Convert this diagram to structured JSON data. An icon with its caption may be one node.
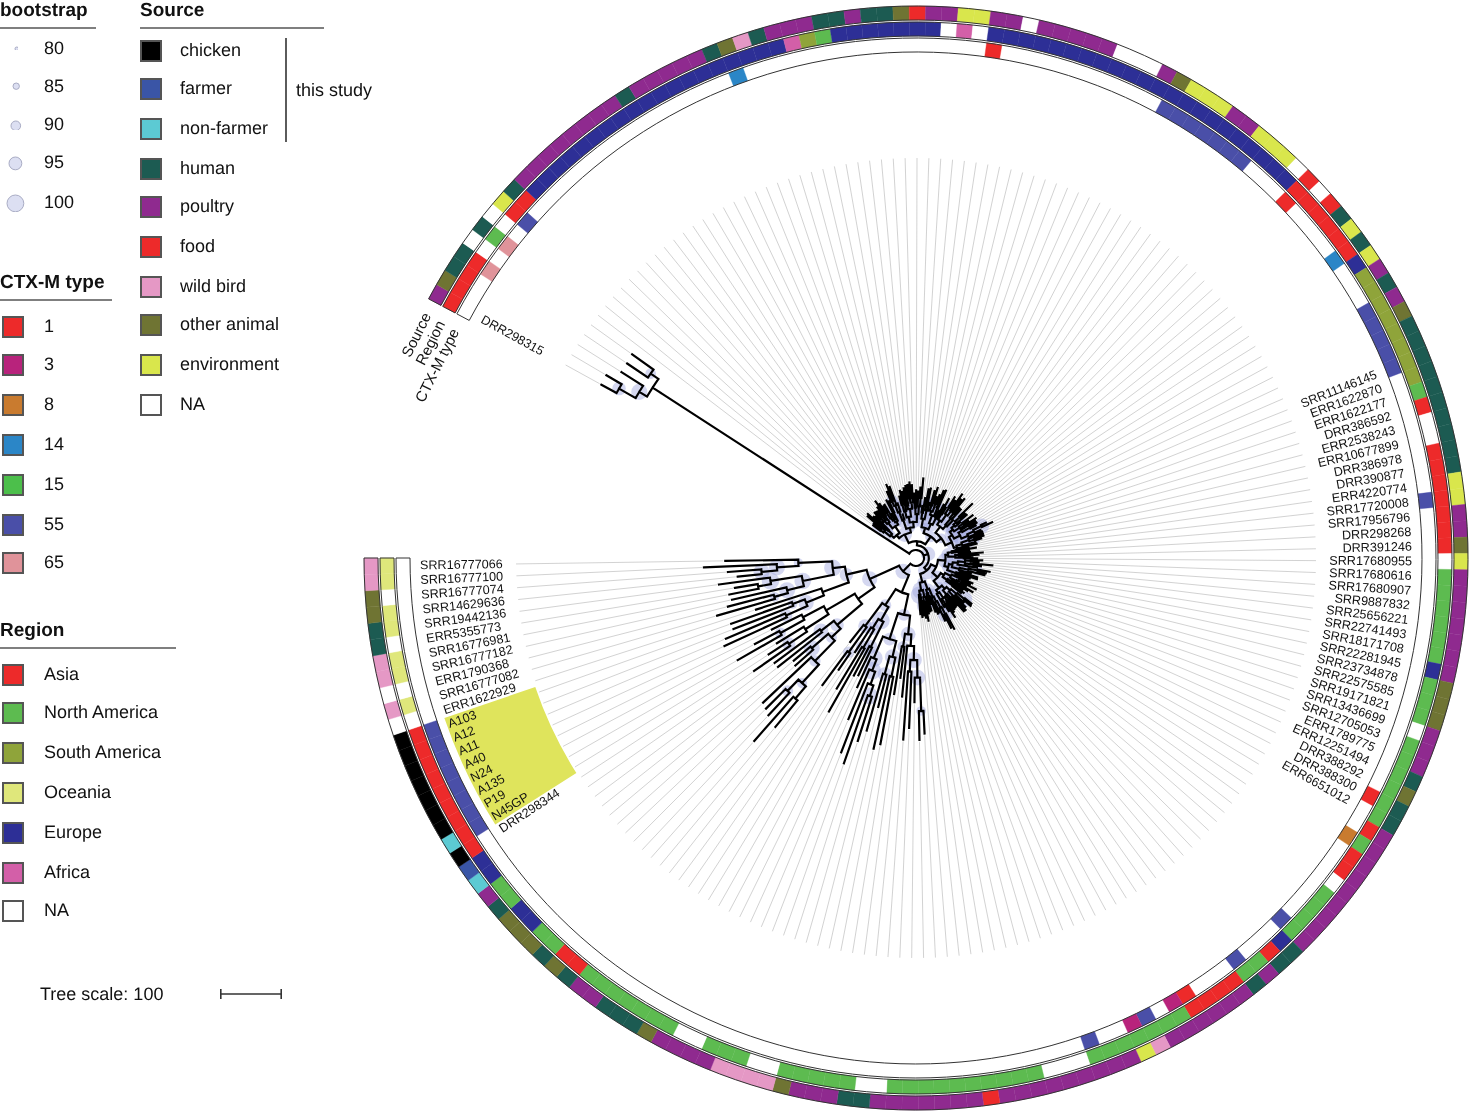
{
  "diagram": {
    "labels": [
      "bootstrap",
      "Source",
      "this study",
      "CTX-M type",
      "Region",
      "Tree scale: 100",
      "Source",
      "Region",
      "CTX-M type",
      "DRR298315",
      "SRR11146145",
      "ERR1622870",
      "ERR1622177",
      "DRR386592",
      "ERR2538243",
      "ERR10677899",
      "DRR386978",
      "DRR390877",
      "ERR4220774",
      "SRR17720008",
      "SRR17956796",
      "DRR298268",
      "DRR391246",
      "SRR17680955",
      "SRR17680616",
      "SRR17680907",
      "SRR9887832",
      "SRR25656221",
      "SRR22741493",
      "SRR18171708",
      "SRR22281945",
      "SRR23734878",
      "SRR22575585",
      "SRR19171821",
      "SRR13436699",
      "SRR12705053",
      "ERR1789775",
      "ERR12251494",
      "DRR388292",
      "DRR388300",
      "ERR6651012",
      "SRR16777066",
      "SRR16777100",
      "SRR16777074",
      "SRR14629636",
      "SRR19442136",
      "ERR5355773",
      "SRR16776981",
      "SRR16777182",
      "ERR1790368",
      "SRR16777082",
      "ERR1622929",
      "A103",
      "A12",
      "A11",
      "A40",
      "N24",
      "A135",
      "P19",
      "N45GP",
      "DRR298344"
    ],
    "legend": [
      {
        "text": "80"
      },
      {
        "text": "85"
      },
      {
        "text": "90"
      },
      {
        "text": "95"
      },
      {
        "text": "100"
      },
      {
        "text": "chicken",
        "color": "#000000"
      },
      {
        "text": "farmer",
        "color": "#3a55a6"
      },
      {
        "text": "non-farmer",
        "color": "#5ccad3"
      },
      {
        "text": "human",
        "color": "#1c5b52"
      },
      {
        "text": "poultry",
        "color": "#8f2a8f"
      },
      {
        "text": "food",
        "color": "#ed2a2a"
      },
      {
        "text": "wild bird",
        "color": "#e598c5"
      },
      {
        "text": "other animal",
        "color": "#6f7433"
      },
      {
        "text": "environment",
        "color": "#d9e64c"
      },
      {
        "text": "NA",
        "color": "#ffffff"
      },
      {
        "text": "1",
        "color": "#ed2a2a"
      },
      {
        "text": "3",
        "color": "#b8237c"
      },
      {
        "text": "8",
        "color": "#c97b2f"
      },
      {
        "text": "14",
        "color": "#2b86c7"
      },
      {
        "text": "15",
        "color": "#4cbf4b"
      },
      {
        "text": "55",
        "color": "#4a4fa8"
      },
      {
        "text": "65",
        "color": "#e0939a"
      },
      {
        "text": "Asia",
        "color": "#ed2a2a"
      },
      {
        "text": "North America",
        "color": "#5dbb50"
      },
      {
        "text": "South America",
        "color": "#8fa43a"
      },
      {
        "text": "Oceania",
        "color": "#dfe77b"
      },
      {
        "text": "Europe",
        "color": "#2d2f96"
      },
      {
        "text": "Africa",
        "color": "#d35fa8"
      },
      {
        "text": "NA",
        "color": "#ffffff"
      }
    ]
  }
}
